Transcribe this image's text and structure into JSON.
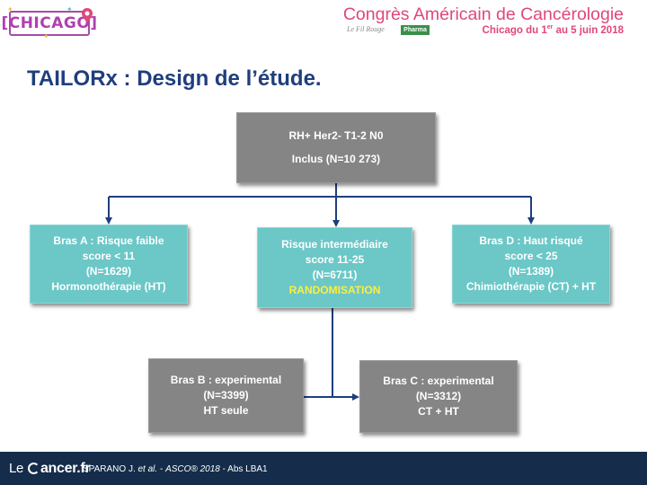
{
  "header": {
    "logo_text": "[CHICAGO]",
    "congress_title": "Congrès Américain de Cancérologie",
    "fil_rouge": "Le Fil Rouge",
    "pharma_badge": "Pharma",
    "congress_sub_prefix": "Chicago du 1",
    "congress_sub_sup": "er",
    "congress_sub_suffix": " au 5 juin 2018"
  },
  "slide": {
    "title": "TAILORx : Design de l’étude."
  },
  "diagram": {
    "root": {
      "line1": "RH+ Her2- T1-2 N0",
      "line2": "Inclus (N=10 273)"
    },
    "arm_a": {
      "line1": "Bras A : Risque faible",
      "line2": "score < 11",
      "line3": "(N=1629)",
      "line4": "Hormonothérapie (HT)"
    },
    "middle": {
      "line1": "Risque intermédiaire",
      "line2": "score 11-25",
      "line3": "(N=6711)",
      "line4": "RANDOMISATION"
    },
    "arm_d": {
      "line1": "Bras D : Haut risqué",
      "line2": "score < 25",
      "line3": "(N=1389)",
      "line4": "Chimiothérapie (CT) + HT"
    },
    "arm_b": {
      "line1": "Bras B : experimental",
      "line2": "(N=3399)",
      "line3": "HT seule"
    },
    "arm_c": {
      "line1": "Bras C : experimental",
      "line2": "(N=3312)",
      "line3": "CT + HT"
    },
    "connector_color": "#1f3e7c"
  },
  "footer": {
    "brand_le": "Le ",
    "brand_rest": "ancer.fr",
    "ref_authors": "SPARANO J. ",
    "ref_etal": "et al.",
    "ref_sep": " - ",
    "ref_conf": "ASCO® 2018",
    "ref_abs": " - Abs LBA1"
  }
}
